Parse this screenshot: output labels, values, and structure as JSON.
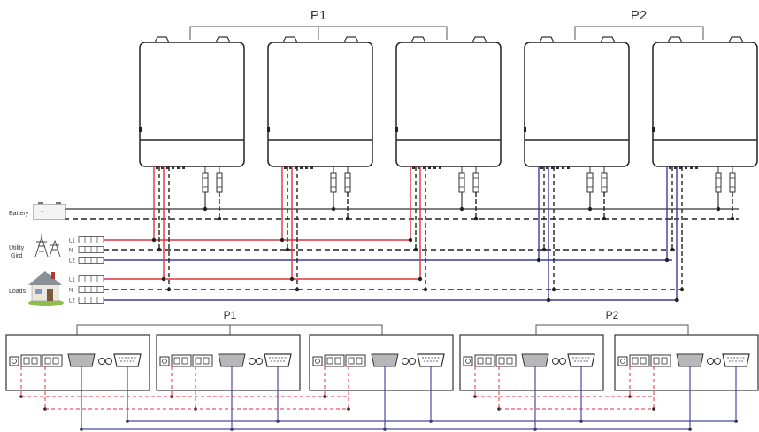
{
  "groups": {
    "top_p1": "P1",
    "top_p2": "P2",
    "bottom_p1": "P1",
    "bottom_p2": "P2"
  },
  "sources": {
    "battery_label": "Battery",
    "utility_label_line1": "Utility",
    "utility_label_line2": "Gird",
    "loads_label": "Loads"
  },
  "terminals": {
    "l1": "L1",
    "n": "N",
    "l2": "L2"
  },
  "colors": {
    "phase_l1": "#e0323c",
    "phase_l2": "#3c3c9a",
    "neutral": "#222222",
    "battery": "#555555",
    "comm_dashed": "#e0323c",
    "comm_solid": "#4a4aa0"
  },
  "icons": [
    "battery-icon",
    "pylon-icon",
    "house-icon",
    "rj45-port-icon",
    "db9-port-icon"
  ]
}
